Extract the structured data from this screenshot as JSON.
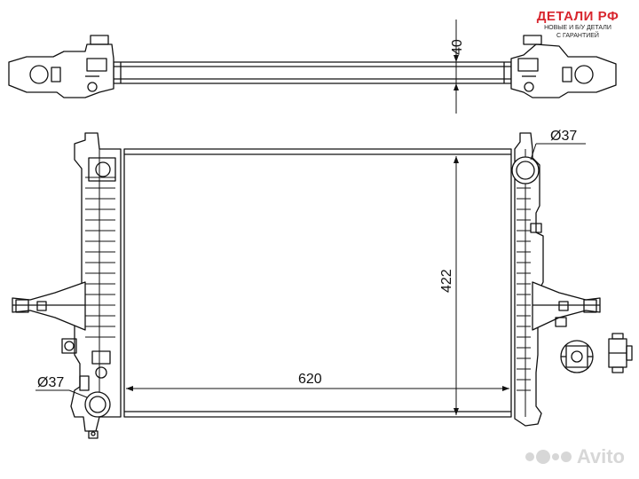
{
  "brand": {
    "title": "ДЕТАЛИ РФ",
    "subtitle_line1": "НОВЫЕ И Б/У ДЕТАЛИ",
    "subtitle_line2": "С ГАРАНТИЕЙ",
    "color": "#d8262e"
  },
  "watermark": {
    "text": "Avito"
  },
  "dimensions": {
    "top_depth": "40",
    "height": "422",
    "width": "620",
    "inlet_diameter": "Ø37",
    "outlet_diameter": "Ø37"
  },
  "colors": {
    "line": "#111111",
    "background": "#ffffff"
  }
}
